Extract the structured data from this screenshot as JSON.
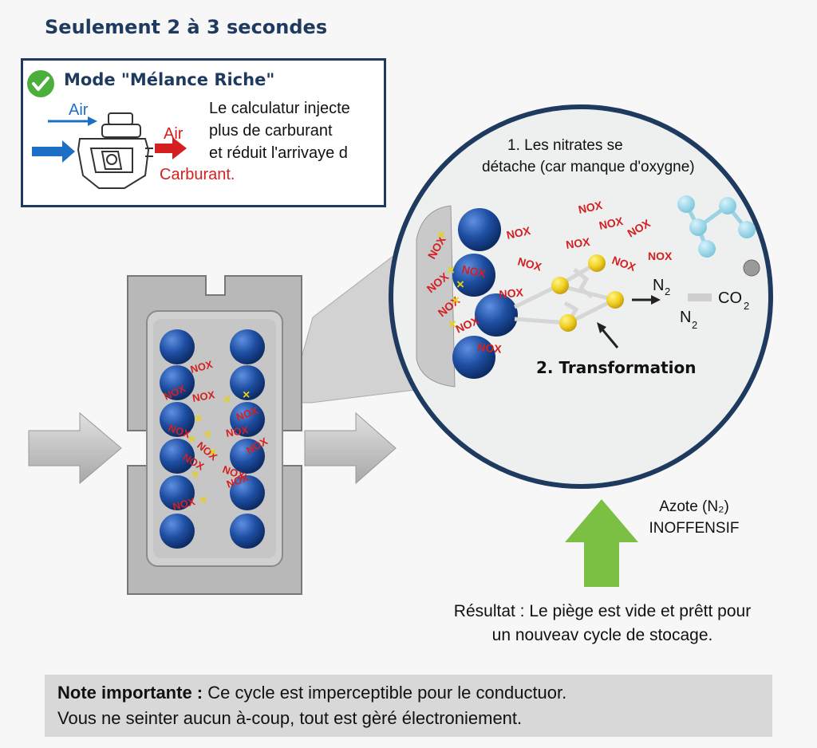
{
  "title": "Seulement 2 à 3 secondes",
  "mode_box": {
    "title": "Mode \"Mélance Riche\"",
    "description_lines": [
      "Le calculatur injecte",
      "plus de carburant",
      "et réduit l'arrivaye d"
    ],
    "air_label_blue": "Air",
    "air_label_red": "Air",
    "carburant_label": "Carburant."
  },
  "magnified": {
    "step1_lines": [
      "1. Les nitrates se",
      "détache (car manque d'oxygne)"
    ],
    "step2": "2. Transformation",
    "n2_a": "N",
    "n2_b": "N",
    "subscript_2": "2",
    "co2": "CO",
    "nox_label": "NOX"
  },
  "azote": {
    "line1": "Azote (N₂)",
    "line2": "INOFFENSIF"
  },
  "result": {
    "line1": "Résultat : Le piège est vide et prêtt pour",
    "line2": "un nouveav cycle de stocage."
  },
  "note": {
    "bold": "Note importante :",
    "rest_line1": " Ce cycle est imperceptible pour le conductuor.",
    "line2": "Vous ne seinter aucun à-coup, tout est gèré électroniement."
  },
  "colors": {
    "navy": "#1f3a5f",
    "ball_blue": "#1e4fa3",
    "nox_red": "#d42020",
    "ball_yellow": "#f0d020",
    "arrow_green": "#7cc043",
    "check_green": "#4caf3c"
  }
}
